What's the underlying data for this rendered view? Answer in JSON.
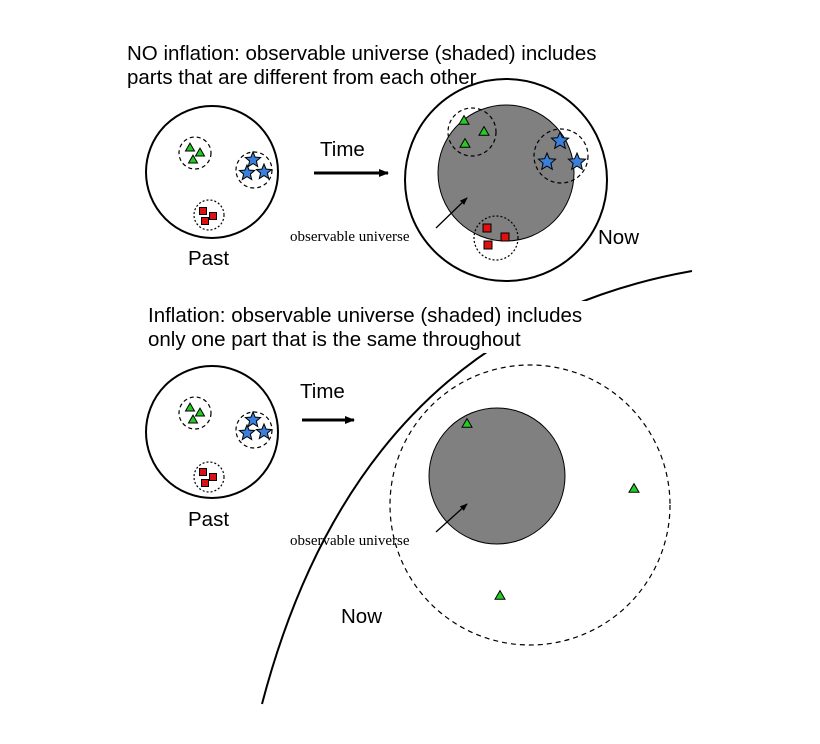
{
  "top_panel": {
    "caption_line1": "NO inflation: observable universe (shaded) includes",
    "caption_line2": "parts that are different from each other",
    "time_label": "Time",
    "past_label": "Past",
    "now_label": "Now",
    "observable_label": "observable universe"
  },
  "bottom_panel": {
    "caption_line1": "Inflation: observable universe (shaded) includes",
    "caption_line2": "only one part that is the same throughout",
    "time_label": "Time",
    "past_label": "Past",
    "now_label": "Now",
    "observable_label": "observable universe"
  },
  "colors": {
    "triangle": "#22cc22",
    "star": "#3a7fd9",
    "square": "#dd1111",
    "shaded": "#808080",
    "outline": "#000000",
    "background": "#ffffff"
  },
  "icons": {
    "triangle": "green-triangle-icon",
    "star": "blue-star-icon",
    "square": "red-square-icon"
  }
}
